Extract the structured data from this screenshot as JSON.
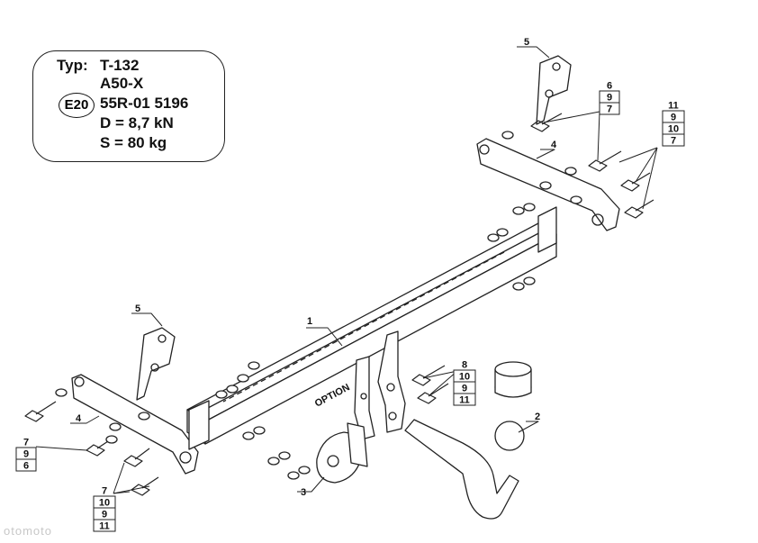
{
  "spec": {
    "type_label": "Typ:",
    "type_value": "T-132",
    "class_value": "A50-X",
    "approval_mark": "E20",
    "approval_number": "55R-01 5196",
    "d_value": "D = 8,7 kN",
    "s_value": "S =  80 kg"
  },
  "parts": {
    "main_bar": "1",
    "ball": "2",
    "socket_plate": "3",
    "bracket_left": "4",
    "bracket_right": "4",
    "plate_left": "5",
    "plate_right": "5"
  },
  "tables": {
    "top_mid": [
      "6",
      "9",
      "7"
    ],
    "top_right": [
      "11",
      "9",
      "10",
      "7"
    ],
    "mid": [
      "8",
      "10",
      "9",
      "11"
    ],
    "left_top": [
      "7",
      "9",
      "6"
    ],
    "left_bottom": [
      "7",
      "10",
      "9",
      "11"
    ]
  },
  "labels": {
    "option": "OPTION"
  },
  "watermark": "otomoto"
}
